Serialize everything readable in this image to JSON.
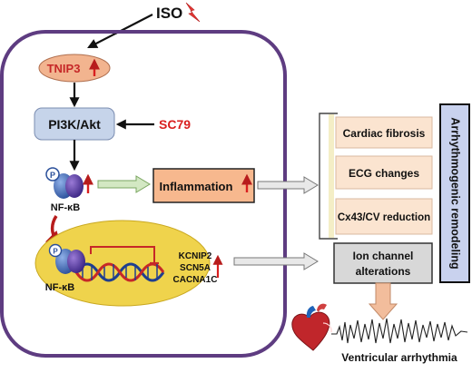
{
  "stimulus": {
    "label": "ISO"
  },
  "pathway": {
    "tnip3": "TNIP3",
    "pi3k": "PI3K/Akt",
    "sc79": "SC79",
    "nfkb_cytoplasm": "NF-κB",
    "nfkb_nucleus": "NF-κB",
    "phospho": "P"
  },
  "inflammation": {
    "label": "Inflammation"
  },
  "genes": [
    "KCNIP2",
    "SCN5A",
    "CACNA1C"
  ],
  "remodeling_items": [
    "Cardiac fibrosis",
    "ECG changes",
    "Cx43/CV reduction"
  ],
  "ion_channel": {
    "line1": "Ion channel",
    "line2": "alterations"
  },
  "remodeling_title": "Arrhythmogenic remodeling",
  "outcome": "Ventricular arrhythmia",
  "colors": {
    "cell_border": "#5e3c81",
    "tnip3_fill": "#f2b48f",
    "pi3k_fill": "#c6d4ea",
    "inflammation_fill": "#f7b88e",
    "nucleus_fill": "#efd34c",
    "remodel_fill": "#fbe4d0",
    "ion_fill": "#d8d8d8",
    "title_fill": "#c9d2ee",
    "up_arrow": "#d91f1f",
    "sc79_text": "#d91f1f"
  }
}
